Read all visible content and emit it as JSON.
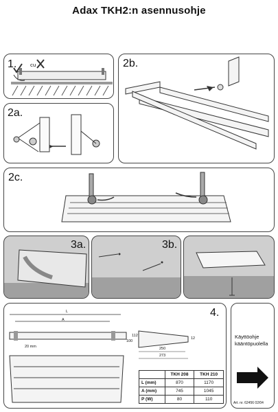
{
  "page": {
    "title": "Adax TKH2:n asennusohje"
  },
  "steps": {
    "s1": "1.",
    "s2a": "2a.",
    "s2b": "2b.",
    "s2c": "2c.",
    "s3a": "3a.",
    "s3b": "3b.",
    "s4": "4."
  },
  "dims": {
    "L": "L",
    "A": "A",
    "d20": "20 mm",
    "d250": "250",
    "d273": "273",
    "d112": "112",
    "d100": "100",
    "d12": "12"
  },
  "table": {
    "headers": [
      "",
      "TKH 208",
      "TKH 210"
    ],
    "rows": [
      [
        "L (mm)",
        "870",
        "1170"
      ],
      [
        "A (mm)",
        "745",
        "1045"
      ],
      [
        "P (W)",
        "80",
        "110"
      ]
    ]
  },
  "note": {
    "line1": "Käyttöohje",
    "line2": "kääntöpuolella"
  },
  "article": "Art. nr. 62456 02/04"
}
